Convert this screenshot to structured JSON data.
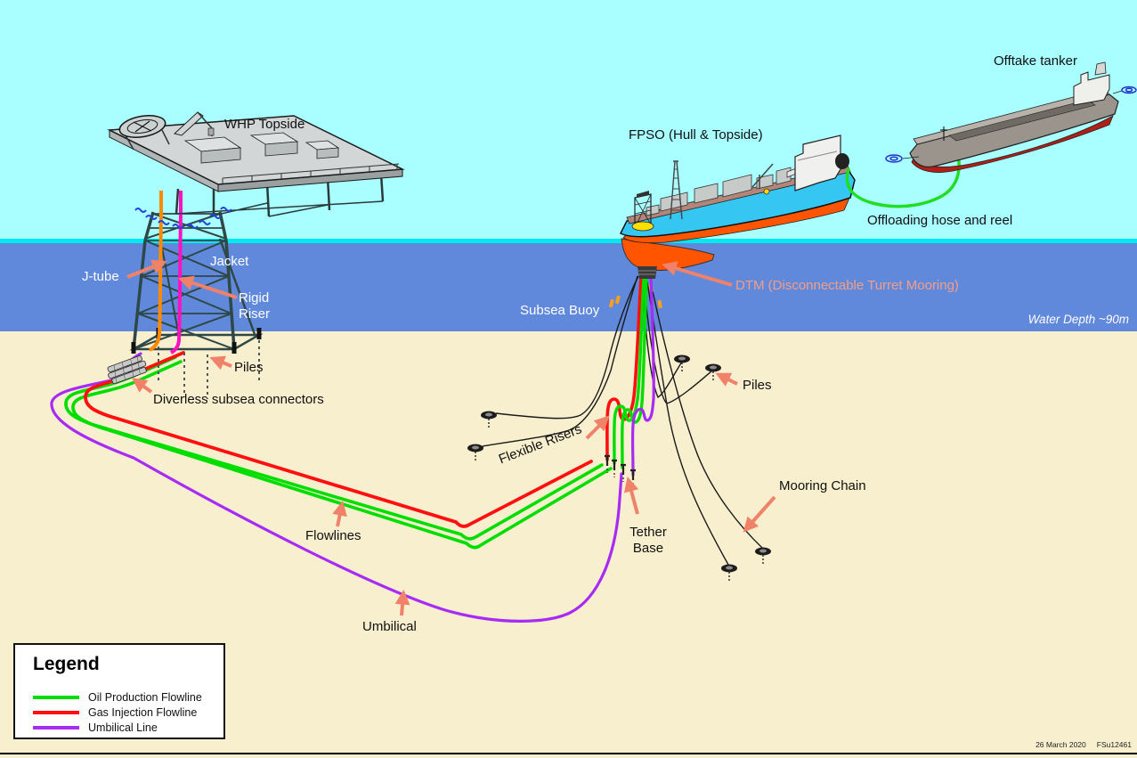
{
  "labels": {
    "whp_topside": "WHP Topside",
    "jacket": "Jacket",
    "j_tube": "J-tube",
    "rigid_riser": "Rigid\nRiser",
    "piles_left": "Piles",
    "diverless_connectors": "Diverless subsea connectors",
    "fpso": "FPSO (Hull & Topside)",
    "offtake_tanker": "Offtake tanker",
    "offloading_hose": "Offloading hose and reel",
    "dtm": "DTM (Disconnectable Turret Mooring)",
    "subsea_buoy": "Subsea Buoy",
    "water_depth": "Water Depth ~90m",
    "flexible_risers": "Flexible Risers",
    "tether_base": "Tether\nBase",
    "mooring_chain": "Mooring Chain",
    "piles_right": "Piles",
    "flowlines": "Flowlines",
    "umbilical": "Umbilical"
  },
  "legend": {
    "title": "Legend",
    "items": [
      {
        "label": "Oil Production Flowline",
        "color": "#00dd00"
      },
      {
        "label": "Gas Injection Flowline",
        "color": "#ff1010"
      },
      {
        "label": "Umbilical Line",
        "color": "#a82bf5"
      }
    ]
  },
  "footer": {
    "date": "26 March 2020",
    "doc_id": "FSu12461"
  },
  "colors": {
    "sky": "#a9feff",
    "sea_surface_strip": "#00e8f0",
    "water": "#6189db",
    "seabed": "#f8efce",
    "oil_flowline": "#00dd00",
    "gas_flowline": "#ff1010",
    "umbilical_line": "#a82bf5",
    "annotation_arrow": "#f0826a",
    "dtm_label_text": "#f49e88",
    "j_tube": "#ff8a00",
    "rigid_riser": "#ff10c0",
    "offloading_hose": "#22dd22"
  }
}
